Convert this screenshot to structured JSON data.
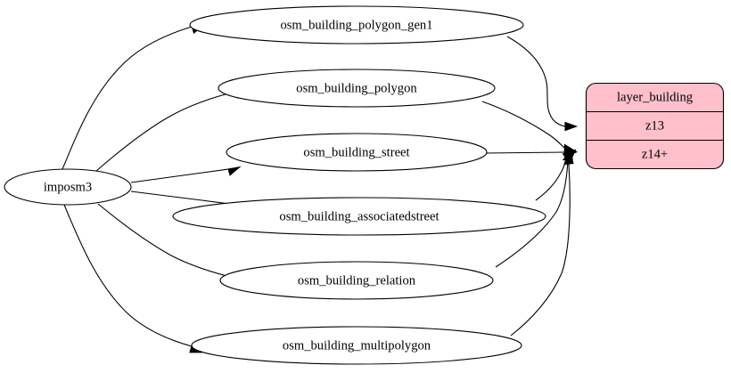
{
  "graph": {
    "type": "directed-graph",
    "orientation": "left-to-right",
    "background_color": "#ffffff",
    "source_node": {
      "id": "imposm3",
      "label": "imposm3",
      "shape": "ellipse",
      "fill_color": "#ffffff",
      "stroke_color": "#000000"
    },
    "intermediate_nodes": [
      {
        "id": "osm_building_polygon_gen1",
        "label": "osm_building_polygon_gen1",
        "shape": "ellipse",
        "fill_color": "#ffffff"
      },
      {
        "id": "osm_building_polygon",
        "label": "osm_building_polygon",
        "shape": "ellipse",
        "fill_color": "#ffffff"
      },
      {
        "id": "osm_building_street",
        "label": "osm_building_street",
        "shape": "ellipse",
        "fill_color": "#ffffff"
      },
      {
        "id": "osm_building_associatedstreet",
        "label": "osm_building_associatedstreet",
        "shape": "ellipse",
        "fill_color": "#ffffff"
      },
      {
        "id": "osm_building_relation",
        "label": "osm_building_relation",
        "shape": "ellipse",
        "fill_color": "#ffffff"
      },
      {
        "id": "osm_building_multipolygon",
        "label": "osm_building_multipolygon",
        "shape": "ellipse",
        "fill_color": "#ffffff"
      }
    ],
    "target_node": {
      "id": "layer_building",
      "shape": "record-rounded",
      "fill_color": "#ffc0cb",
      "stroke_color": "#000000",
      "rows": [
        {
          "id": "title",
          "label": "layer_building"
        },
        {
          "id": "z13",
          "label": "z13"
        },
        {
          "id": "z14plus",
          "label": "z14+"
        }
      ]
    },
    "edges": [
      {
        "from": "imposm3",
        "to": "osm_building_polygon_gen1"
      },
      {
        "from": "imposm3",
        "to": "osm_building_polygon"
      },
      {
        "from": "imposm3",
        "to": "osm_building_street"
      },
      {
        "from": "imposm3",
        "to": "osm_building_associatedstreet"
      },
      {
        "from": "imposm3",
        "to": "osm_building_relation"
      },
      {
        "from": "imposm3",
        "to": "osm_building_multipolygon"
      },
      {
        "from": "osm_building_polygon_gen1",
        "to": "layer_building.z13"
      },
      {
        "from": "osm_building_polygon",
        "to": "layer_building.z14plus"
      },
      {
        "from": "osm_building_street",
        "to": "layer_building.z14plus"
      },
      {
        "from": "osm_building_associatedstreet",
        "to": "layer_building.z14plus"
      },
      {
        "from": "osm_building_relation",
        "to": "layer_building.z14plus"
      },
      {
        "from": "osm_building_multipolygon",
        "to": "layer_building.z14plus"
      }
    ]
  }
}
